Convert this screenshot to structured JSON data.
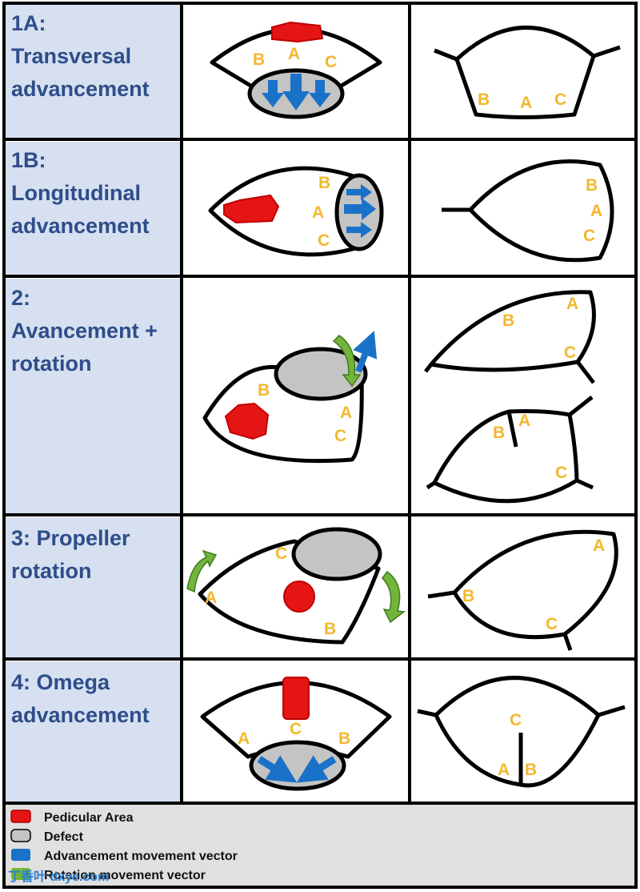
{
  "colors": {
    "row_label_bg": "#d6e0f0",
    "row_label_text": "#2e4d8a",
    "letter": "#f2b82d",
    "pedicle": "#e51515",
    "defect": "#c4c4c4",
    "advancement": "#1a72c8",
    "rotation": "#72b53a",
    "legend_bg": "#e0e0e0"
  },
  "rows": [
    {
      "id": "1A",
      "title_lines": [
        "1A:",
        "Transversal",
        "advancement"
      ]
    },
    {
      "id": "1B",
      "title_lines": [
        "1B:",
        "Longitudinal",
        "advancement"
      ]
    },
    {
      "id": "2",
      "title_lines": [
        "2:",
        "Avancement +",
        "rotation"
      ]
    },
    {
      "id": "3",
      "title_lines": [
        "3: Propeller",
        "rotation"
      ]
    },
    {
      "id": "4",
      "title_lines": [
        "4: Omega",
        "advancement"
      ]
    }
  ],
  "point_labels": {
    "a": "A",
    "b": "B",
    "c": "C"
  },
  "legend": [
    {
      "label": "Pedicular Area",
      "swatch": "pedicle"
    },
    {
      "label": "Defect",
      "swatch": "defect"
    },
    {
      "label": "Advancement movement vector",
      "swatch": "advancement"
    },
    {
      "label": "Rotation movement vector",
      "swatch": "rotation"
    }
  ],
  "watermark": {
    "text": "丁香叶 dxye.com"
  }
}
